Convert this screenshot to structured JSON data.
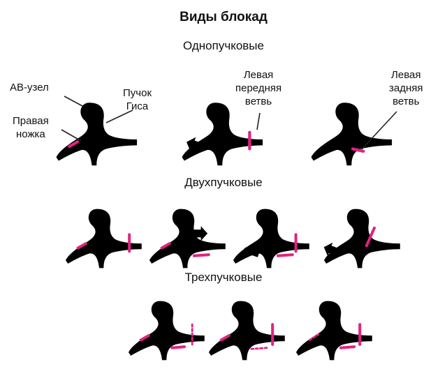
{
  "title": "Виды блокад",
  "sections": {
    "mono": "Однопучковые",
    "bi": "Двухпучковые",
    "tri": "Трехпучковые"
  },
  "labels": {
    "av_node": "АВ-узел",
    "his_bundle": "Пучок\nГиса",
    "right_branch": "Правая\nножка",
    "left_anterior": "Левая\nпередняя\nветвь",
    "left_posterior": "Левая\nзадняя\nветвь"
  },
  "colors": {
    "block": "#e0237f",
    "tissue": "#a7a7a9",
    "outline": "#222222"
  }
}
